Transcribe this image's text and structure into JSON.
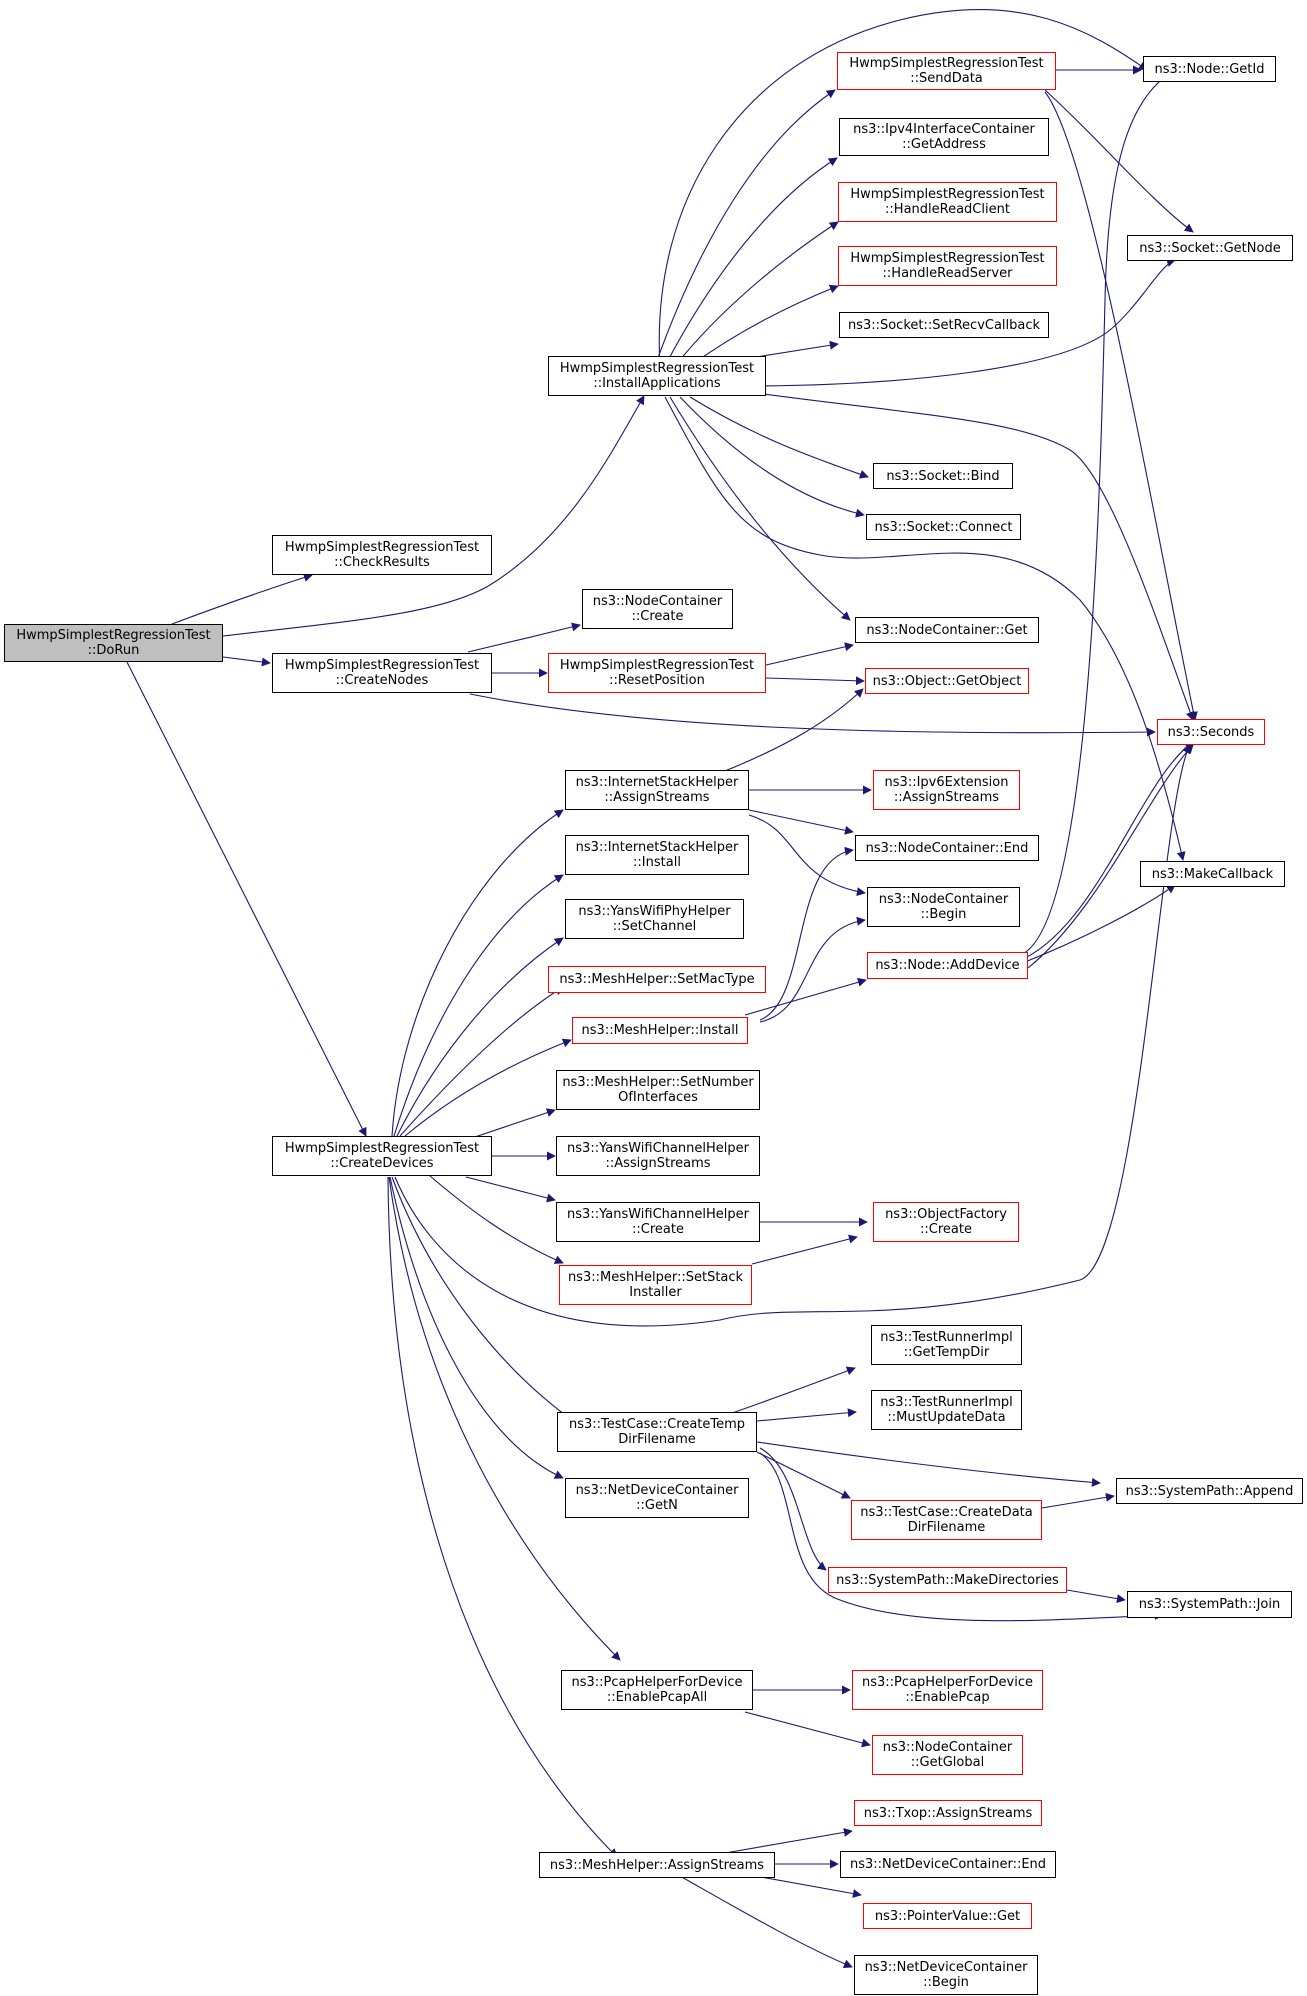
{
  "colors": {
    "edge": "#191970",
    "node_border": "#000000",
    "node_border_incomplete": "#ff0000",
    "root_fill": "#bfbfbf"
  },
  "nodes": {
    "root": {
      "l1": "HwmpSimplestRegressionTest",
      "l2": "::DoRun"
    },
    "checkresults": {
      "l1": "HwmpSimplestRegressionTest",
      "l2": "::CheckResults"
    },
    "createnodes": {
      "l1": "HwmpSimplestRegressionTest",
      "l2": "::CreateNodes"
    },
    "installapps": {
      "l1": "HwmpSimplestRegressionTest",
      "l2": "::InstallApplications"
    },
    "createdevices": {
      "l1": "HwmpSimplestRegressionTest",
      "l2": "::CreateDevices"
    },
    "senddata": {
      "l1": "HwmpSimplestRegressionTest",
      "l2": "::SendData"
    },
    "ipv4getaddress": {
      "l1": "ns3::Ipv4InterfaceContainer",
      "l2": "::GetAddress"
    },
    "handlereadclient": {
      "l1": "HwmpSimplestRegressionTest",
      "l2": "::HandleReadClient"
    },
    "handlereadserver": {
      "l1": "HwmpSimplestRegressionTest",
      "l2": "::HandleReadServer"
    },
    "setrecvcallback": {
      "l1": "ns3::Socket::SetRecvCallback"
    },
    "socketbind": {
      "l1": "ns3::Socket::Bind"
    },
    "socketconnect": {
      "l1": "ns3::Socket::Connect"
    },
    "nodecontainercreate": {
      "l1": "ns3::NodeContainer",
      "l2": "::Create"
    },
    "resetposition": {
      "l1": "HwmpSimplestRegressionTest",
      "l2": "::ResetPosition"
    },
    "nodecontainerget": {
      "l1": "ns3::NodeContainer::Get"
    },
    "objectgetobject": {
      "l1": "ns3::Object::GetObject"
    },
    "nodegetid": {
      "l1": "ns3::Node::GetId"
    },
    "socketgetnode": {
      "l1": "ns3::Socket::GetNode"
    },
    "seconds": {
      "l1": "ns3::Seconds"
    },
    "makecallback": {
      "l1": "ns3::MakeCallback"
    },
    "ishassignstreams": {
      "l1": "ns3::InternetStackHelper",
      "l2": "::AssignStreams"
    },
    "ishinstall": {
      "l1": "ns3::InternetStackHelper",
      "l2": "::Install"
    },
    "ywphsetchannel": {
      "l1": "ns3::YansWifiPhyHelper",
      "l2": "::SetChannel"
    },
    "meshsetmactype": {
      "l1": "ns3::MeshHelper::SetMacType"
    },
    "meshinstall": {
      "l1": "ns3::MeshHelper::Install"
    },
    "meshsetnumber": {
      "l1": "ns3::MeshHelper::SetNumber",
      "l2": "OfInterfaces"
    },
    "ywchassign": {
      "l1": "ns3::YansWifiChannelHelper",
      "l2": "::AssignStreams"
    },
    "ywchcreate": {
      "l1": "ns3::YansWifiChannelHelper",
      "l2": "::Create"
    },
    "meshsetstack": {
      "l1": "ns3::MeshHelper::SetStack",
      "l2": "Installer"
    },
    "ipv6ext": {
      "l1": "ns3::Ipv6Extension",
      "l2": "::AssignStreams"
    },
    "nodecontainerend": {
      "l1": "ns3::NodeContainer::End"
    },
    "nodecontainerbegin": {
      "l1": "ns3::NodeContainer",
      "l2": "::Begin"
    },
    "nodeadddevice": {
      "l1": "ns3::Node::AddDevice"
    },
    "objectfactorycreate": {
      "l1": "ns3::ObjectFactory",
      "l2": "::Create"
    },
    "createtempdir": {
      "l1": "ns3::TestCase::CreateTemp",
      "l2": "DirFilename"
    },
    "trgettempdir": {
      "l1": "ns3::TestRunnerImpl",
      "l2": "::GetTempDir"
    },
    "trmustupdate": {
      "l1": "ns3::TestRunnerImpl",
      "l2": "::MustUpdateData"
    },
    "spappend": {
      "l1": "ns3::SystemPath::Append"
    },
    "createdatadir": {
      "l1": "ns3::TestCase::CreateData",
      "l2": "DirFilename"
    },
    "spmakedirs": {
      "l1": "ns3::SystemPath::MakeDirectories"
    },
    "spjoin": {
      "l1": "ns3::SystemPath::Join"
    },
    "ndcgetn": {
      "l1": "ns3::NetDeviceContainer",
      "l2": "::GetN"
    },
    "pcapenableall": {
      "l1": "ns3::PcapHelperForDevice",
      "l2": "::EnablePcapAll"
    },
    "pcapenable": {
      "l1": "ns3::PcapHelperForDevice",
      "l2": "::EnablePcap"
    },
    "ncgetglobal": {
      "l1": "ns3::NodeContainer",
      "l2": "::GetGlobal"
    },
    "meshassign": {
      "l1": "ns3::MeshHelper::AssignStreams"
    },
    "txopassign": {
      "l1": "ns3::Txop::AssignStreams"
    },
    "ndcend": {
      "l1": "ns3::NetDeviceContainer::End"
    },
    "pointerget": {
      "l1": "ns3::PointerValue::Get"
    },
    "ndcbegin": {
      "l1": "ns3::NetDeviceContainer",
      "l2": "::Begin"
    }
  }
}
